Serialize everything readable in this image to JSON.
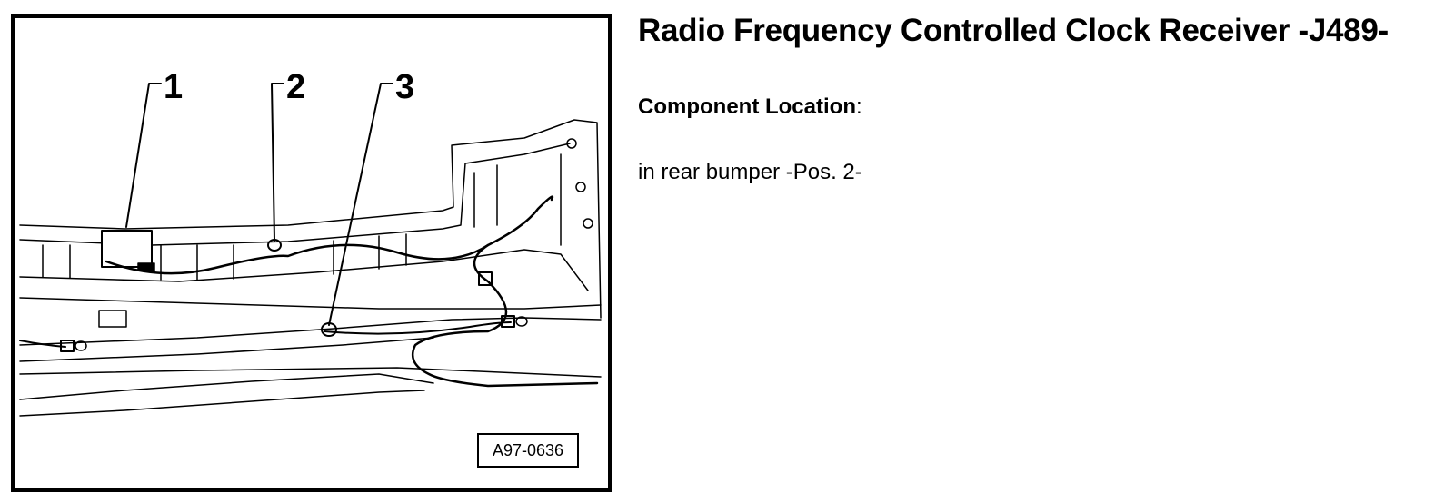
{
  "figure": {
    "callouts": [
      "1",
      "2",
      "3"
    ],
    "figure_id": "A97-0636",
    "subject": "rear bumper with wiring harness"
  },
  "text": {
    "title": "Radio Frequency Controlled Clock Receiver -J489-",
    "location_label": "Component Location",
    "location_colon": ":",
    "location_text": "in rear bumper -Pos. 2-"
  }
}
